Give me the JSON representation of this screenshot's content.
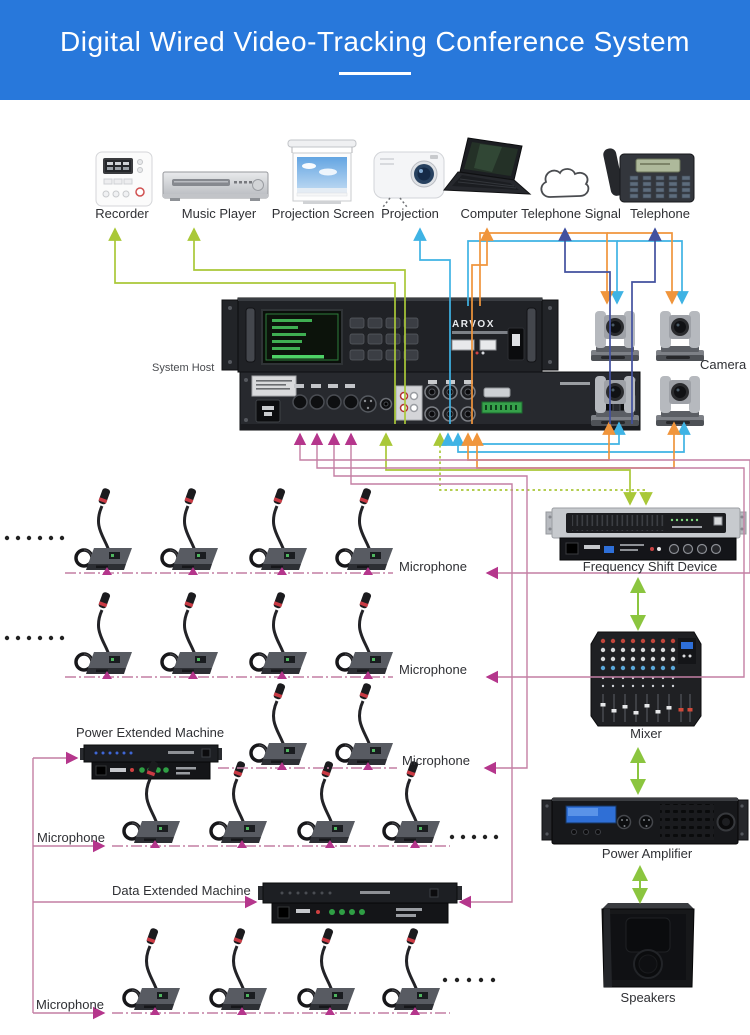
{
  "header": {
    "title": "Digital Wired Video-Tracking Conference System"
  },
  "brand": "ARVOX",
  "labels": {
    "recorder": "Recorder",
    "music_player": "Music Player",
    "projection_screen": "Projection Screen",
    "projection": "Projection",
    "computer": "Computer",
    "telephone_signal": "Telephone Signal",
    "telephone": "Telephone",
    "system_host": "System Host",
    "camera": "Camera",
    "frequency_shift_device": "Frequency Shift Device",
    "mixer": "Mixer",
    "power_amplifier": "Power Amplifier",
    "speakers": "Speakers",
    "microphone": "Microphone",
    "power_extended_machine": "Power Extended Machine",
    "data_extended_machine": "Data Extended Machine"
  },
  "colors": {
    "header_background": "#2878db",
    "lime": "#a9c838",
    "green": "#8bc53f",
    "cyan": "#3fb3e4",
    "orange": "#f0953c",
    "navy": "#42519f",
    "pink": "#c47fa4",
    "magenta": "#b5368c"
  },
  "diagram": {
    "microphone_rows": 5,
    "cameras": 4
  }
}
